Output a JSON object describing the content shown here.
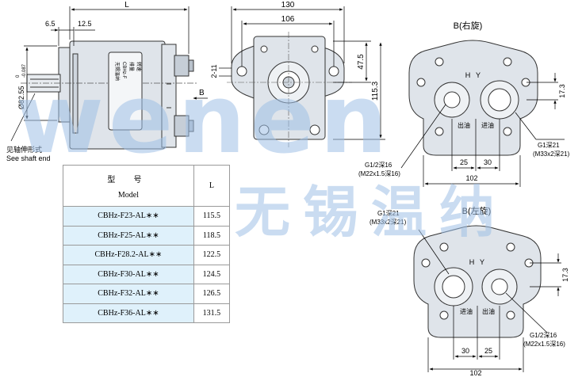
{
  "watermark": {
    "latin": "wenen",
    "cjk": "无锡温纳"
  },
  "side_view": {
    "dim_length": "L",
    "dim_flange": "6.5",
    "dim_boss": "12.5",
    "dim_diameter": "Ø82.55",
    "dim_tol_upper": "0",
    "dim_tol_lower": "-0.087",
    "shaft_note_cn": "见轴伸形式",
    "shaft_note_en": "See shaft end",
    "view_arrow": "B",
    "nameplate": [
      "无锡温纳",
      "CBHz-F",
      "排量",
      "转速"
    ]
  },
  "front_view": {
    "dim_width": "130",
    "dim_inner": "106",
    "dim_center": "47.5",
    "dim_height": "115.3",
    "dim_offset": "2-11"
  },
  "view_right": {
    "title": "B(右旋)",
    "dim_bolt_v": "17.3",
    "dim_left": "25",
    "dim_right": "30",
    "dim_total": "102",
    "port_label_left": "出油",
    "port_label_right": "进油",
    "mark_h": "H",
    "mark_y": "Y",
    "callout_in": "G1深21",
    "callout_in_sub": "(M33x2深21)",
    "callout_out": "G1/2深16",
    "callout_out_sub": "(M22x1.5深16)"
  },
  "view_left": {
    "title": "B(左旋)",
    "dim_bolt_v": "17.3",
    "dim_left": "30",
    "dim_right": "25",
    "dim_total": "102",
    "port_label_left": "进油",
    "port_label_right": "出油",
    "mark_h": "H",
    "mark_y": "Y",
    "callout_in": "G1深21",
    "callout_in_sub": "(M33x2深21)",
    "callout_out": "G1/2深16",
    "callout_out_sub": "(M22x1.5深16)"
  },
  "table": {
    "header_model_cn": "型 号",
    "header_model_en": "Model",
    "header_l": "L",
    "rows": [
      {
        "model": "CBHz-F23-AL∗∗",
        "l": "115.5"
      },
      {
        "model": "CBHz-F25-AL∗∗",
        "l": "118.5"
      },
      {
        "model": "CBHz-F28.2-AL∗∗",
        "l": "122.5"
      },
      {
        "model": "CBHz-F30-AL∗∗",
        "l": "124.5"
      },
      {
        "model": "CBHz-F32-AL∗∗",
        "l": "126.5"
      },
      {
        "model": "CBHz-F36-AL∗∗",
        "l": "131.5"
      }
    ]
  }
}
